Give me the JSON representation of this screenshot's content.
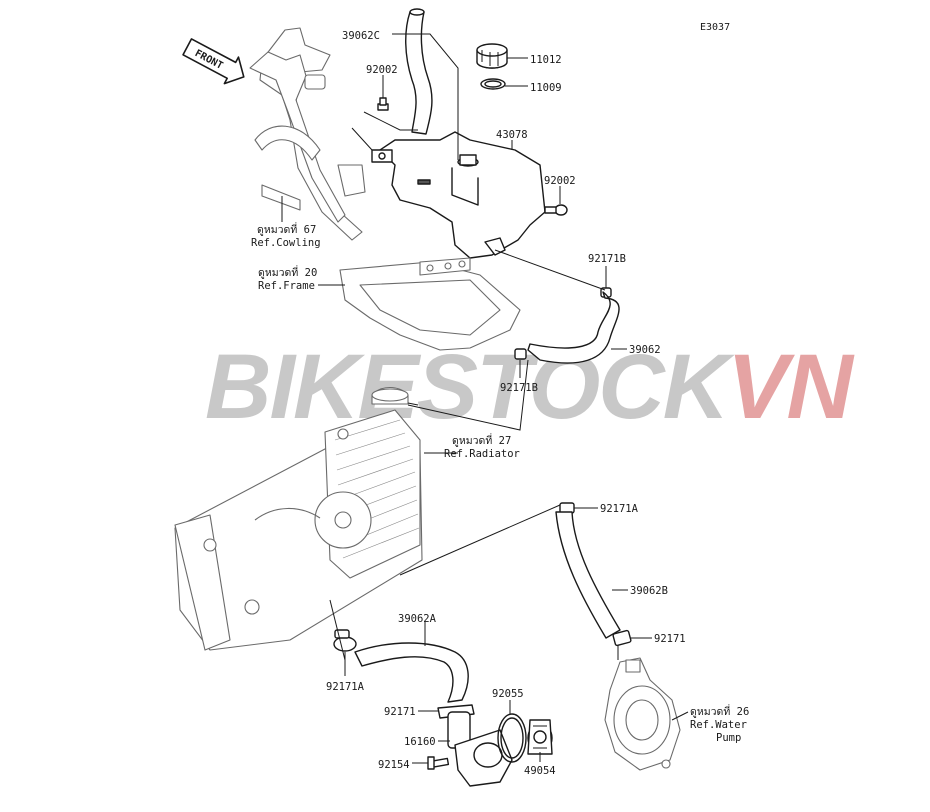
{
  "diagram": {
    "code": "E3037",
    "front_label": "FRONT",
    "parts": [
      {
        "id": "p-39062c",
        "label": "39062C"
      },
      {
        "id": "p-11012",
        "label": "11012"
      },
      {
        "id": "p-11009",
        "label": "11009"
      },
      {
        "id": "p-92002-a",
        "label": "92002"
      },
      {
        "id": "p-43078",
        "label": "43078"
      },
      {
        "id": "p-92002-b",
        "label": "92002"
      },
      {
        "id": "p-92171b-a",
        "label": "92171B"
      },
      {
        "id": "p-39062",
        "label": "39062"
      },
      {
        "id": "p-92171b-b",
        "label": "92171B"
      },
      {
        "id": "p-92171a-a",
        "label": "92171A"
      },
      {
        "id": "p-39062b",
        "label": "39062B"
      },
      {
        "id": "p-92171-a",
        "label": "92171"
      },
      {
        "id": "p-39062a",
        "label": "39062A"
      },
      {
        "id": "p-92171a-b",
        "label": "92171A"
      },
      {
        "id": "p-92171-b",
        "label": "92171"
      },
      {
        "id": "p-92055",
        "label": "92055"
      },
      {
        "id": "p-16160",
        "label": "16160"
      },
      {
        "id": "p-92154",
        "label": "92154"
      },
      {
        "id": "p-49054",
        "label": "49054"
      }
    ],
    "refs": [
      {
        "id": "ref-cowling",
        "line1": "ดูหมวดที่ 67",
        "line2": "Ref.Cowling"
      },
      {
        "id": "ref-frame",
        "line1": "ดูหมวดที่ 20",
        "line2": "Ref.Frame"
      },
      {
        "id": "ref-radiator",
        "line1": "ดูหมวดที่ 27",
        "line2": "Ref.Radiator"
      },
      {
        "id": "ref-waterpump",
        "line1": "ดูหมวดที่ 26",
        "line2": "Ref.Water",
        "line3": "Pump"
      }
    ],
    "watermark": {
      "part1": "BIKESTOCK",
      "part2": "VN",
      "color1": "#c8c8c8",
      "color2": "#e5a3a3"
    }
  }
}
